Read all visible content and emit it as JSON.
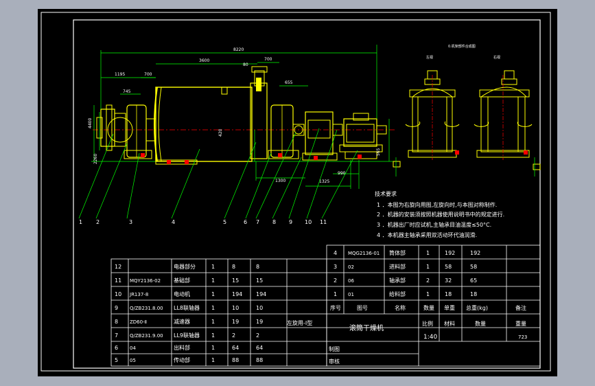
{
  "colors": {
    "background": "#a9afbb",
    "sheet": "#000000",
    "frame": "#ffffff",
    "machine": "#ffff00",
    "dimension": "#00ff00",
    "centerline": "#ff0000",
    "text": "#ffffff"
  },
  "drawing": {
    "dimensions": {
      "overall": "8220",
      "shell": "3600",
      "left_1": "1195",
      "left_2": "745",
      "left_3": "700",
      "top_700": "700",
      "top_80": "80",
      "right_655": "655",
      "v_left_900": "4400",
      "v_left_2260": "2260",
      "v_right": "565",
      "v_mid": "420",
      "bottom_1": "1300",
      "bottom_2": "1325",
      "bottom_3": "990"
    },
    "balloons": [
      "1",
      "2",
      "3",
      "4",
      "5",
      "6",
      "7",
      "8",
      "9",
      "10",
      "11"
    ],
    "side_view_title": "0.机架部件合成图",
    "side_label_left": "左视",
    "side_label_right": "右视"
  },
  "tech_requirements": {
    "title": "技术要求",
    "items": [
      "1 ．本图为右旋向用图,左旋向时,与本图对称制作.",
      "2 ．机器的安装须按照机器使用说明书中的规定进行.",
      "3 ．机器出厂时应试机,主轴承目油温度≤50°C.",
      "4 ．本机器主轴承采用双活动环代油润滑."
    ]
  },
  "bom_left": [
    {
      "no": "12",
      "code": "",
      "name": "电器部分",
      "qty": "1",
      "unit": "8",
      "total": "8"
    },
    {
      "no": "11",
      "code": "MQY2136-02",
      "name": "基础部",
      "qty": "1",
      "unit": "15",
      "total": "15"
    },
    {
      "no": "10",
      "code": "JR137-8",
      "name": "电动机",
      "qty": "1",
      "unit": "194",
      "total": "194"
    },
    {
      "no": "9",
      "code": "Q/ZB231.8.00",
      "name": "LL8联轴器",
      "qty": "1",
      "unit": "10",
      "total": "10"
    },
    {
      "no": "8",
      "code": "ZD60-Ⅱ",
      "name": "减速器",
      "qty": "1",
      "unit": "19",
      "total": "19"
    },
    {
      "no": "7",
      "code": "Q/ZB231.9.00",
      "name": "LL9联轴器",
      "qty": "1",
      "unit": "2",
      "total": "2"
    },
    {
      "no": "6",
      "code": "04",
      "name": "出料部",
      "qty": "1",
      "unit": "64",
      "total": "64"
    },
    {
      "no": "5",
      "code": "05",
      "name": "传动部",
      "qty": "1",
      "unit": "88",
      "total": "88"
    }
  ],
  "bom_right": [
    {
      "no": "4",
      "code": "MQG2136-01",
      "name": "筒体部",
      "qty": "1",
      "unit": "192",
      "total": "192"
    },
    {
      "no": "3",
      "code": "02",
      "name": "进料部",
      "qty": "1",
      "unit": "58",
      "total": "58"
    },
    {
      "no": "2",
      "code": "06",
      "name": "轴承部",
      "qty": "2",
      "unit": "32",
      "total": "65"
    },
    {
      "no": "1",
      "code": "01",
      "name": "给料部",
      "qty": "1",
      "unit": "18",
      "total": "18"
    }
  ],
  "bom_header": {
    "no": "序号",
    "code": "图号",
    "name": "名称",
    "qty": "数量",
    "unit": "单重",
    "total": "总重(kg)",
    "note": "备注"
  },
  "title_block": {
    "left_note": "左旋用-Ⅰ型",
    "title": "滚筒干燥机",
    "scale_label": "比例",
    "material_label": "材料",
    "qty_label": "数量",
    "weight_label": "重量",
    "scale": "1:40",
    "weight": "723",
    "drawn_label": "制图",
    "checked_label": "审核"
  }
}
